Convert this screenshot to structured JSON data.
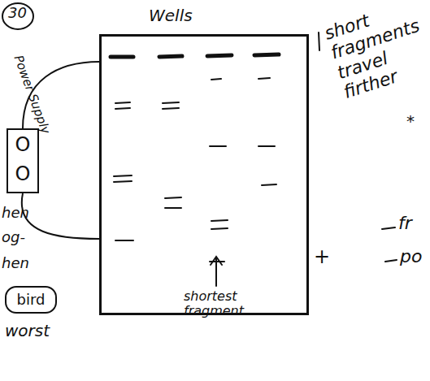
{
  "diagram": {
    "nodes": [
      {
        "text": [
          "Wells"
        ]
      },
      {
        "text": [
          "O",
          "O"
        ]
      },
      {
        "text": [
          "bird"
        ]
      }
    ],
    "edges": [
      {
        "from": 1,
        "to": 0,
        "arrow": "none"
      },
      {
        "from": 1,
        "to": 0,
        "arrow": "none"
      }
    ],
    "labels": [
      "30",
      "Power Supply",
      "short fragments travel firther",
      "*",
      "shortest fragment",
      "+",
      "fr",
      "po",
      "hen",
      "og-",
      "hen",
      "worst"
    ]
  }
}
